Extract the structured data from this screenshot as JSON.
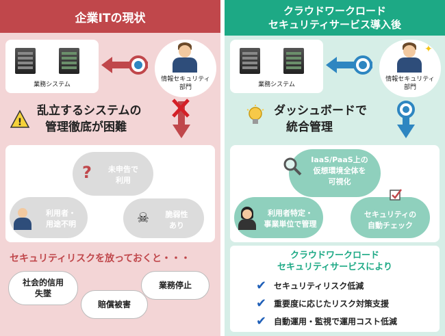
{
  "left": {
    "title": "企業ITの現状",
    "server_label": "業務システム",
    "dept_label_1": "情報セキュリティ",
    "dept_label_2": "部門",
    "heading_1": "乱立するシステムの",
    "heading_2": "管理徹底が困難",
    "cloud_unreported_1": "未申告で",
    "cloud_unreported_2": "利用",
    "cloud_user_1": "利用者・",
    "cloud_user_2": "用途不明",
    "cloud_vuln_1": "脆弱性",
    "cloud_vuln_2": "あり",
    "risk_title": "セキュリティリスクを放っておくと・・・",
    "bubble_trust_1": "社会的信用",
    "bubble_trust_2": "失墜",
    "bubble_damage": "賠償被害",
    "bubble_stop": "業務停止"
  },
  "right": {
    "title_1": "クラウドワークロード",
    "title_2": "セキュリティサービス導入後",
    "server_label": "業務システム",
    "dept_label_1": "情報セキュリティ",
    "dept_label_2": "部門",
    "heading_1": "ダッシュボードで",
    "heading_2": "統合管理",
    "cloud_visual_1": "IaaS/PaaS上の",
    "cloud_visual_2": "仮想環境全体を",
    "cloud_visual_3": "可視化",
    "cloud_user_1": "利用者特定・",
    "cloud_user_2": "事業単位で管理",
    "cloud_check_1": "セキュリティの",
    "cloud_check_2": "自動チェック",
    "result_title_1": "クラウドワークロード",
    "result_title_2": "セキュリティサービスにより",
    "benefit_1": "セキュリティリスク低減",
    "benefit_2": "重要度に応じたリスク対策支援",
    "benefit_3": "自動運用・監視で運用コスト低減"
  },
  "colors": {
    "left_accent": "#c0474b",
    "right_accent": "#1da985",
    "left_bg": "#f3d5d6",
    "right_bg": "#d6eee7",
    "arrow_blue": "#2e86c1",
    "check_blue": "#1f5fb8"
  },
  "icons": [
    "server-icon",
    "person-icon",
    "warning-icon",
    "cross-icon",
    "arrow-left-icon",
    "arrow-down-icon",
    "lightbulb-icon",
    "question-icon",
    "skull-icon",
    "magnifier-icon",
    "checkbox-icon",
    "check-icon"
  ]
}
